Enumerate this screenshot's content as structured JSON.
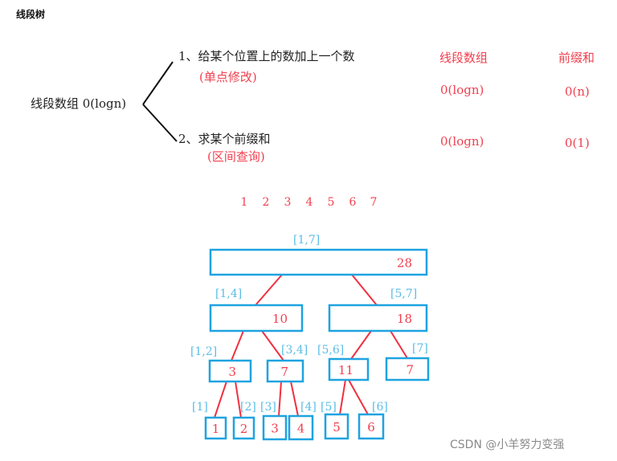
{
  "title": "线段树",
  "intro": {
    "root": "线段数组 0(logn)",
    "op1": "1、给某个位置上的数加上一个数",
    "op1_note": "(单点修改)",
    "op2": "2、求某个前缀和",
    "op2_note": "(区间查询)"
  },
  "comparison": {
    "headers": [
      "线段数组",
      "前缀和"
    ],
    "rows": [
      [
        "0(logn)",
        "0(n)"
      ],
      [
        "0(logn)",
        "0(1)"
      ]
    ]
  },
  "indices": [
    "1",
    "2",
    "3",
    "4",
    "5",
    "6",
    "7"
  ],
  "tree": {
    "nodes": [
      {
        "range": "[1,7]",
        "value": "28"
      },
      {
        "range": "[1,4]",
        "value": "10"
      },
      {
        "range": "[5,7]",
        "value": "18"
      },
      {
        "range": "[1,2]",
        "value": "3"
      },
      {
        "range": "[3,4]",
        "value": "7"
      },
      {
        "range": "[5,6]",
        "value": "11"
      },
      {
        "range": "[7]",
        "value": "7"
      },
      {
        "range": "[1]",
        "value": "1"
      },
      {
        "range": "[2]",
        "value": "2"
      },
      {
        "range": "[3]",
        "value": "3"
      },
      {
        "range": "[4]",
        "value": "4"
      },
      {
        "range": "[5]",
        "value": "5"
      },
      {
        "range": "[6]",
        "value": "6"
      }
    ]
  },
  "watermark": "CSDN @小羊努力变强"
}
